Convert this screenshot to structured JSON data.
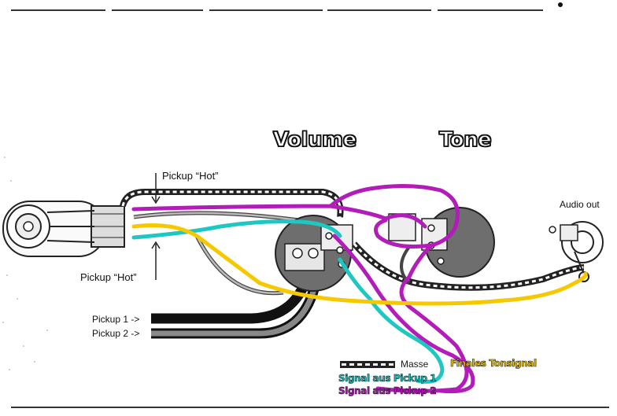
{
  "labels": {
    "volume": "Volume",
    "tone": "Tone",
    "pickup_hot_top": "Pickup “Hot”",
    "pickup_hot_bottom": "Pickup “Hot”",
    "audio_out": "Audio out",
    "pickup1": "Pickup 1 ->",
    "pickup2": "Pickup 2 ->",
    "finales_tonsignal": "Finales Tonsignal"
  },
  "legend": {
    "masse": "Masse",
    "signal_pickup1": "Signal aus Pickup 1",
    "signal_pickup2": "Signal aus Pickup 2"
  },
  "colors": {
    "pickup1_wire": "#1fc7c2",
    "pickup2_wire": "#b21cb8",
    "final_signal_wire": "#f5c800",
    "ground_wire": "#222222",
    "pot_fill": "#6e6e6e"
  }
}
